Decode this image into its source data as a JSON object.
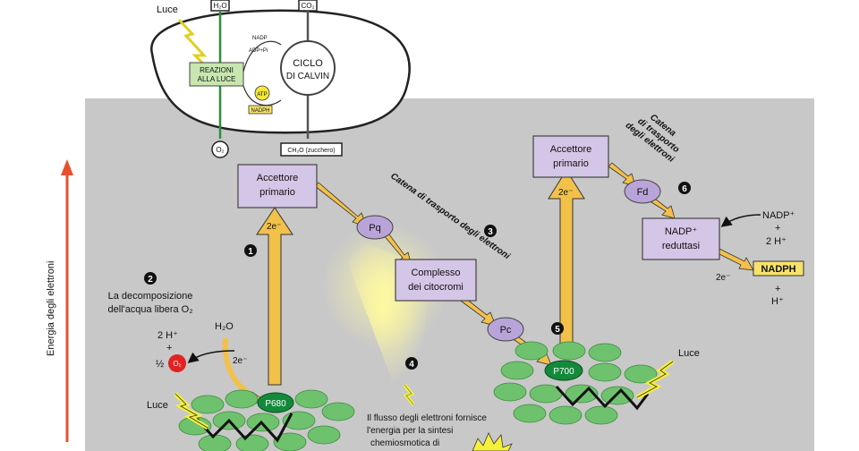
{
  "top": {
    "light_label": "Luce",
    "h2o_label": "H₂O",
    "co2_label": "CO₂",
    "light_reactions_line1": "REAZIONI",
    "light_reactions_line2": "ALLA LUCE",
    "calvin_line1": "CICLO",
    "calvin_line2": "DI CALVIN",
    "nadp_label": "NADP",
    "adp_label": "ADP+Pi",
    "atp_label": "ATP",
    "nadph_label": "NADPH",
    "o2_label": "O₂",
    "sugar_label": "CH₂O (zucchero)"
  },
  "main": {
    "energy_axis_label": "Energia degli elettroni",
    "acceptor1_line1": "Accettore",
    "acceptor1_line2": "primario",
    "acceptor2_line1": "Accettore",
    "acceptor2_line2": "primario",
    "pq": "Pq",
    "pc": "Pc",
    "fd": "Fd",
    "cytochrome_line1": "Complesso",
    "cytochrome_line2": "dei citocromi",
    "nadp_reductase_line1": "NADP⁺",
    "nadp_reductase_line2": "reduttasi",
    "chain1_label": "Catena di trasporto degli elettroni",
    "chain2_line1": "Catena",
    "chain2_line2": "di trasporto",
    "chain2_line3": "degli elettroni",
    "step1": "1",
    "step2": "2",
    "step3": "3",
    "step4": "4",
    "step5": "5",
    "step6": "6",
    "water_split_line1": "La decomposizione",
    "water_split_line2": "dell'acqua libera O₂",
    "two_h": "2 H⁺",
    "plus": "+",
    "half": "½",
    "o2": "O₂",
    "h2o": "H₂O",
    "two_e_left": "2e⁻",
    "two_e_up1": "2e⁻",
    "two_e_up2": "2e⁻",
    "two_e_nadp": "2e⁻",
    "p680": "P680",
    "p700": "P700",
    "light_left": "Luce",
    "light_right": "Luce",
    "nadp_plus": "NADP⁺",
    "plus2": "+",
    "two_h_right": "2 H⁺",
    "nadph": "NADPH",
    "plus3": "+",
    "h_plus": "H⁺",
    "flow_line1": "Il flusso degli elettroni fornisce",
    "flow_line2": "l'energia per la sintesi",
    "flow_line3": "chemiosmotica di"
  },
  "colors": {
    "panel_gray": "#c8c8c8",
    "box_lavender": "#d4c6e6",
    "oval_purple": "#b8a4d8",
    "arrow_gold": "#f2c14a",
    "chlorophyll_green": "#6ec26e",
    "reaction_center_green": "#138a3a",
    "energy_arrow_red": "#e8502e",
    "nadph_yellow": "#f7e26b",
    "lightning_yellow": "#f5f03a"
  }
}
